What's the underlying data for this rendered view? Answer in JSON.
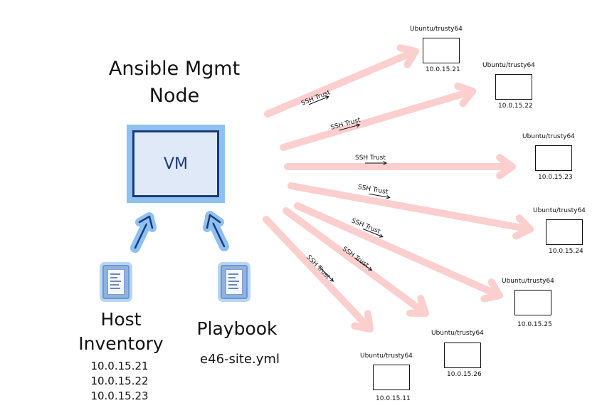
{
  "mgmt": {
    "title_line1": "Ansible Mgmt",
    "title_line2": "Node",
    "vm_label": "VM"
  },
  "inventory": {
    "label_line1": "Host",
    "label_line2": "Inventory",
    "ips": [
      "10.0.15.21",
      "10.0.15.22",
      "10.0.15.23"
    ]
  },
  "playbook": {
    "label": "Playbook",
    "file": "e46-site.yml"
  },
  "ssh_label": "SSH Trust",
  "hosts": [
    {
      "os": "Ubuntu/trusty64",
      "ip": "10.0.15.21"
    },
    {
      "os": "Ubuntu/trusty64",
      "ip": "10.0.15.22"
    },
    {
      "os": "Ubuntu/trusty64",
      "ip": "10.0.15.23"
    },
    {
      "os": "Ubuntu/trusty64",
      "ip": "10.0.15.24"
    },
    {
      "os": "Ubuntu/trusty64",
      "ip": "10.0.15.25"
    },
    {
      "os": "Ubuntu/trusty64",
      "ip": "10.0.15.26"
    },
    {
      "os": "Ubuntu/trusty64",
      "ip": "10.0.15.11"
    }
  ],
  "colors": {
    "arrow": "#fccfcf",
    "vm_border": "#1b3a7a",
    "vm_glow": "#8ec0f0",
    "vm_fill": "#dfe9f7",
    "up_arrow": "#8ec0f0",
    "up_arrow_core": "#1b3a7a"
  }
}
